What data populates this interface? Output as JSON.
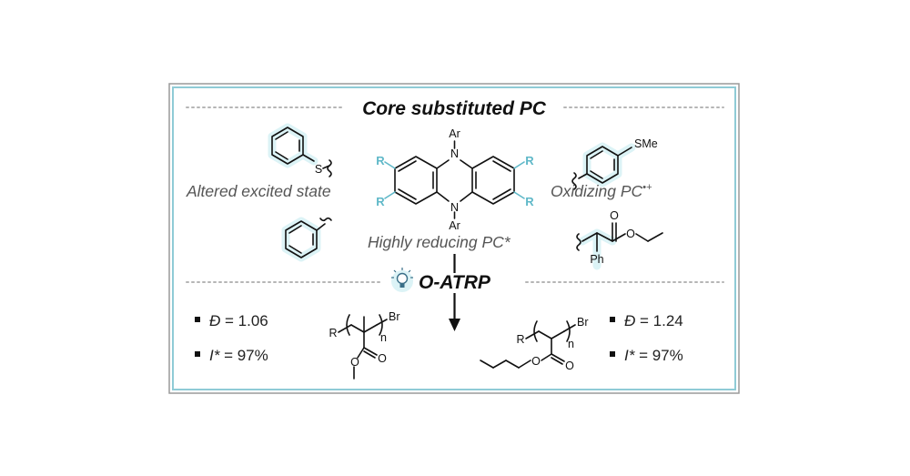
{
  "title": "Core substituted PC",
  "captions": {
    "altered": "Altered excited state",
    "oxidizing": "Oxidizing PC",
    "oxidizing_sup": "•+",
    "reducing": "Highly reducing PC*"
  },
  "reaction": {
    "label": "O-ATRP"
  },
  "core_atoms": {
    "n": "N",
    "ar": "Ar",
    "r": "R"
  },
  "substituent_atoms": {
    "s": "S",
    "sme": "SMe",
    "o": "O",
    "ph": "Ph"
  },
  "polymer_atoms": {
    "r": "R",
    "br": "Br",
    "n": "n",
    "o": "O"
  },
  "results": {
    "left": {
      "dispersity_symbol": "Đ",
      "dispersity_value": " = 1.06",
      "ie_symbol": "I*",
      "ie_value": " = 97%"
    },
    "right": {
      "dispersity_symbol": "Đ",
      "dispersity_value": " = 1.24",
      "ie_symbol": "I*",
      "ie_value": " = 97%"
    }
  },
  "colors": {
    "accent": "#5fb8c8",
    "frame_outer": "#9a9a9a",
    "frame_inner": "#8fcbd6",
    "glow": "#dcf3f6"
  }
}
